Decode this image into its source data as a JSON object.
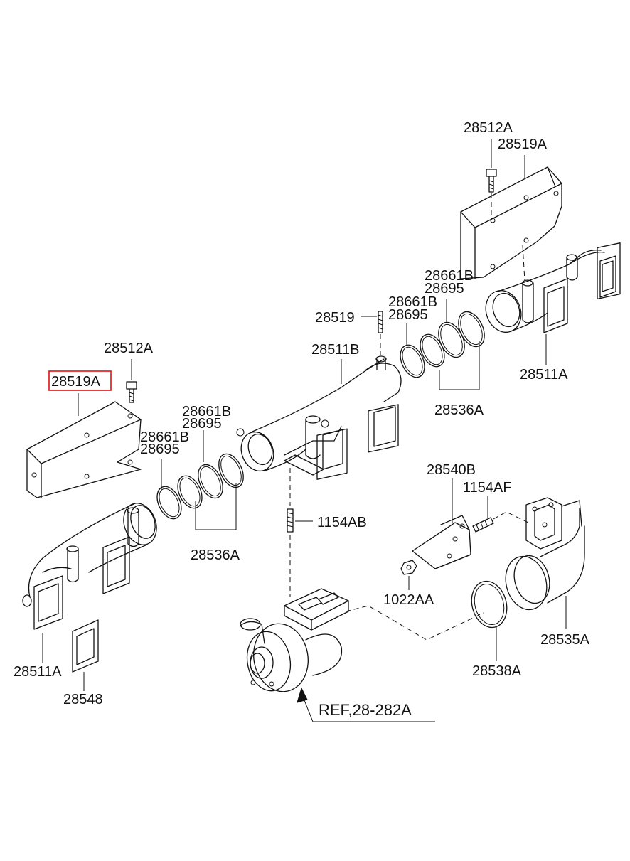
{
  "diagram": {
    "labels": {
      "top_bolt": "28512A",
      "top_heatshield": "28519A",
      "ring_b_upper_right": "28661B",
      "ring_upper_right": "28695",
      "stud_center": "28519",
      "ring_b_center": "28661B",
      "ring_center": "28695",
      "manifold_center": "28511B",
      "manifold_right": "28511A",
      "seal_kit_right": "28536A",
      "left_bolt": "28512A",
      "left_heatshield": "28519A",
      "ring_b_left_upper": "28661B",
      "ring_left_upper": "28695",
      "ring_b_left": "28661B",
      "ring_left": "28695",
      "stud_turbo": "1154AB",
      "seal_kit_left": "28536A",
      "bracket": "28540B",
      "bracket_stud": "1154AF",
      "nut": "1022AA",
      "elbow": "28535A",
      "manifold_left": "28511A",
      "gasket": "28548",
      "clamp_ring": "28538A",
      "reference": "REF,28-282A"
    }
  }
}
